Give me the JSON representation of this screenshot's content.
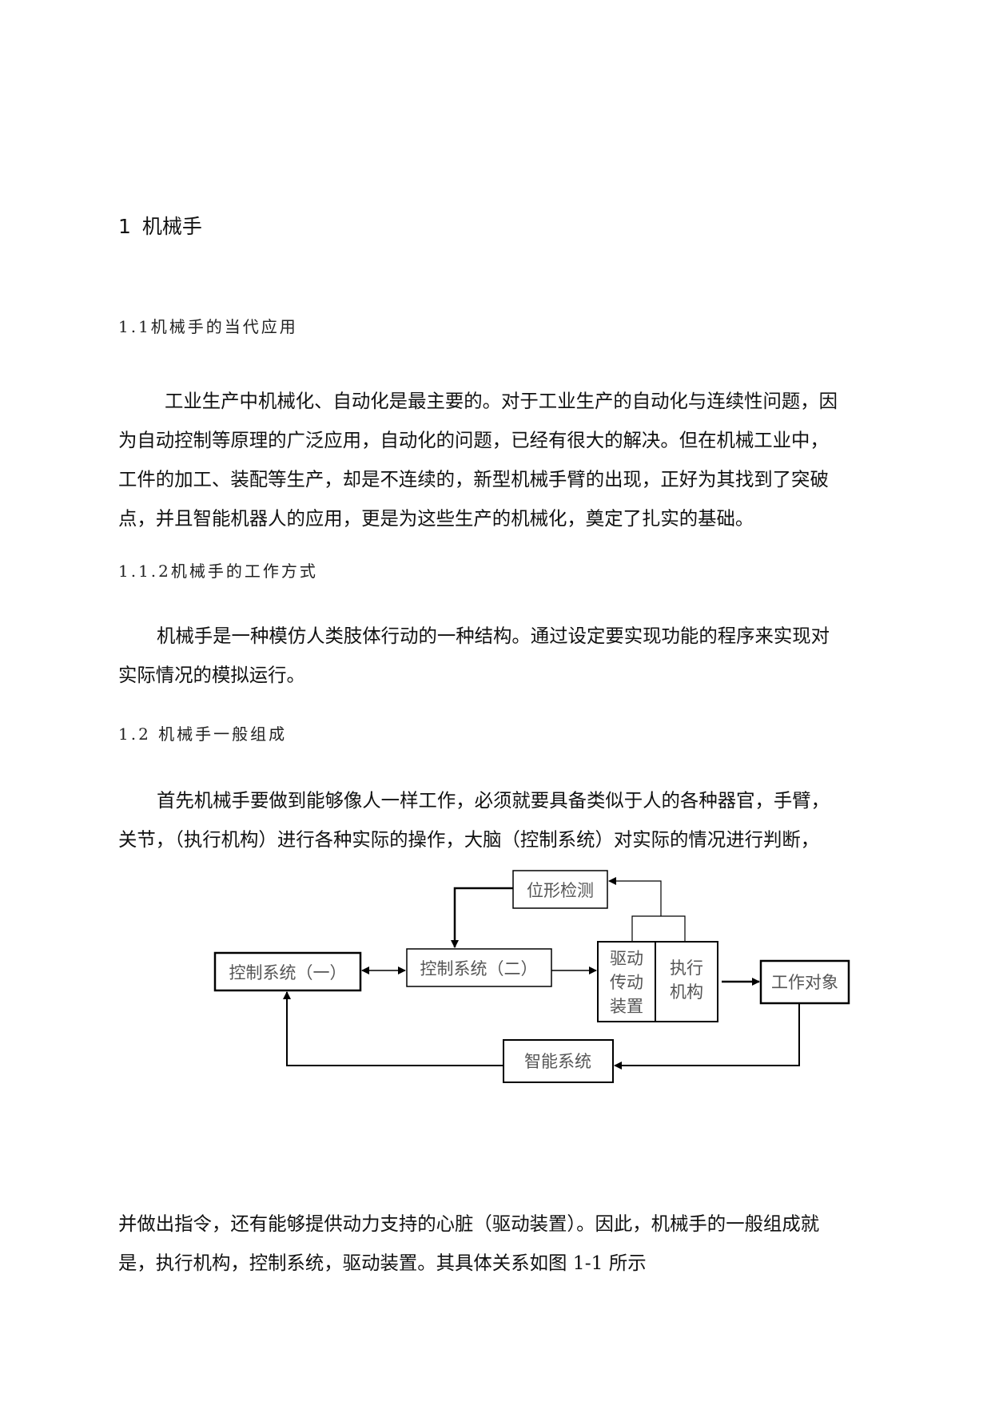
{
  "chapter": {
    "number": "1",
    "title": "机械手"
  },
  "sections": [
    {
      "heading": "1.1机械手的当代应用",
      "paragraph_lines": [
        "工业生产中机械化、自动化是最主要的。对于工业生产的自动化与连续性问题，因",
        "为自动控制等原理的广泛应用，自动化的问题，已经有很大的解决。但在机械工业中，",
        "工件的加工、装配等生产，却是不连续的，新型机械手臂的出现，正好为其找到了突破",
        "点，并且智能机器人的应用，更是为这些生产的机械化，奠定了扎实的基础。"
      ]
    },
    {
      "heading": "1.1.2机械手的工作方式",
      "paragraph_lines": [
        "机械手是一种模仿人类肢体行动的一种结构。通过设定要实现功能的程序来实现对",
        "实际情况的模拟运行。"
      ]
    },
    {
      "heading": "1.2 机械手一般组成",
      "paragraph_lines": [
        "首先机械手要做到能够像人一样工作，必须就要具备类似于人的各种器官，手臂，",
        "关节，（执行机构）进行各种实际的操作，大脑（控制系统）对实际的情况进行判断，"
      ]
    }
  ],
  "diagram": {
    "boxes": {
      "control_1": "控制系统（一）",
      "control_2": "控制系统（二）",
      "position_detect": "位形检测",
      "drive_lines": [
        "驱动",
        "传动",
        "装置"
      ],
      "actuator_lines": [
        "执行",
        "机构"
      ],
      "work_object": "工作对象",
      "intelligent_system": "智能系统"
    }
  },
  "closing_paragraph_lines": [
    "并做出指令，还有能够提供动力支持的心脏（驱动装置）。因此，机械手的一般组成就",
    "是，执行机构，控制系统，驱动装置。其具体关系如图 1-1 所示"
  ]
}
